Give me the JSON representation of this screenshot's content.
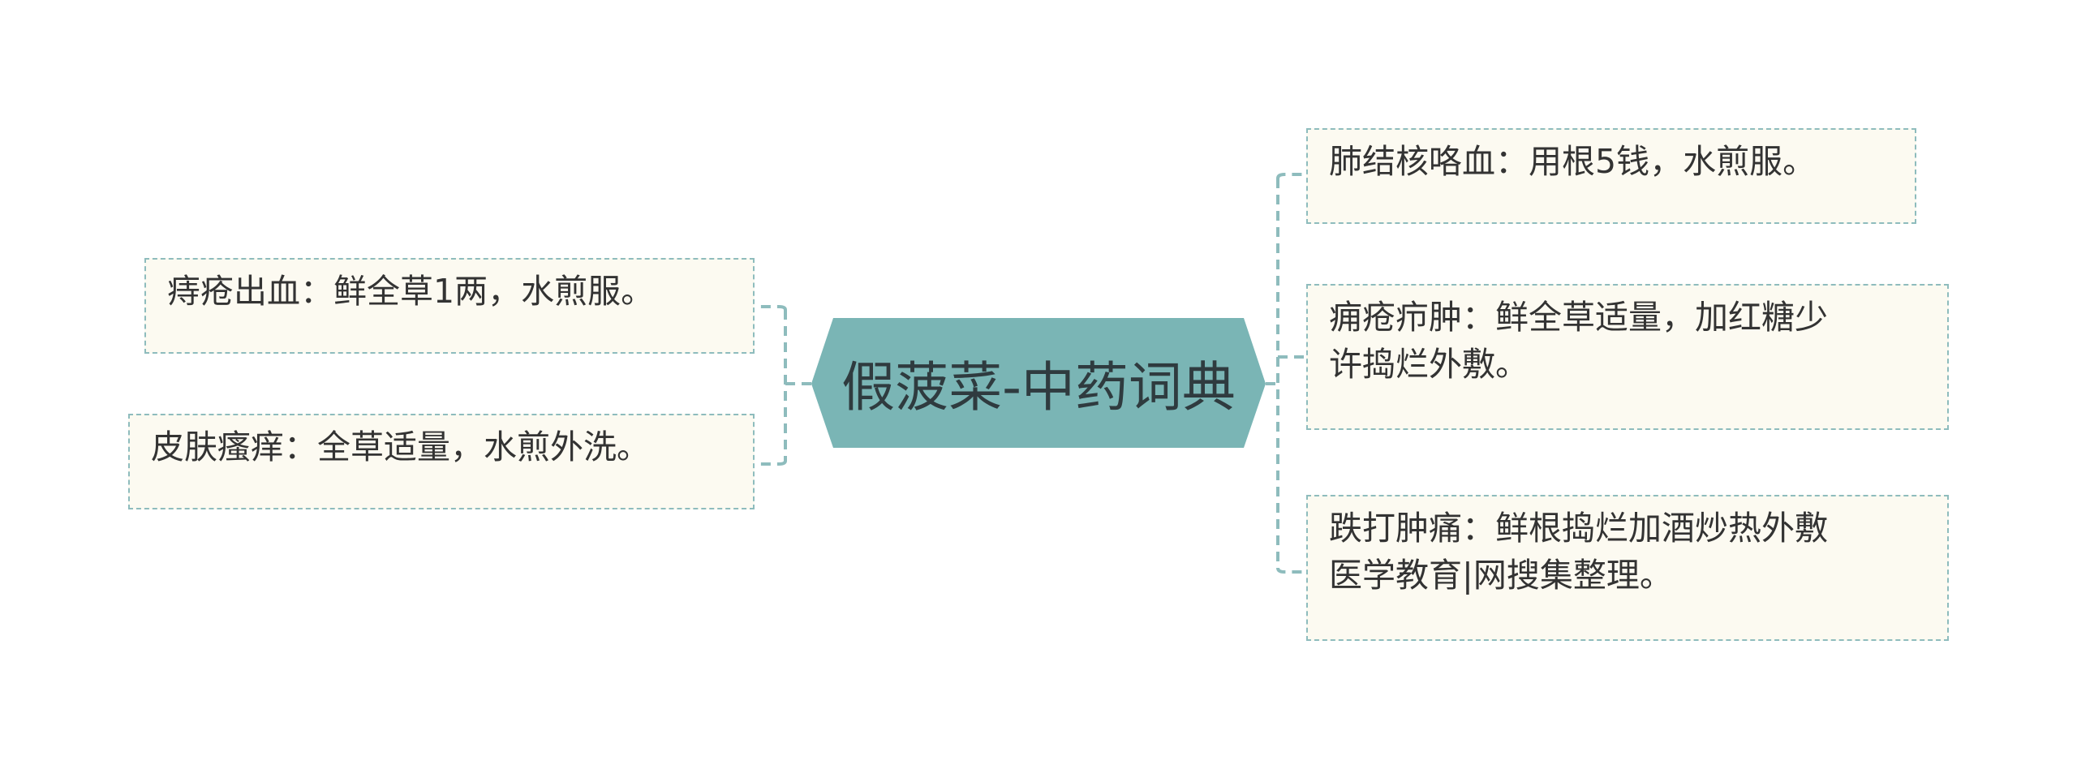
{
  "center": {
    "label": "假菠菜-中药词典",
    "fill": "#7ab5b5"
  },
  "colors": {
    "connector": "#8ebcbd",
    "node_fill": "#fcfaf1",
    "node_border": "#8ebcbd",
    "text": "#333333"
  },
  "left_nodes": [
    {
      "lines": [
        "痔疮出血：鲜全草1两，水煎服。"
      ]
    },
    {
      "lines": [
        "皮肤瘙痒：全草适量，水煎外洗。"
      ]
    }
  ],
  "right_nodes": [
    {
      "lines": [
        "肺结核咯血：用根5钱，水煎服。"
      ]
    },
    {
      "lines": [
        "痈疮疖肿：鲜全草适量，加红糖少",
        "许捣烂外敷。"
      ]
    },
    {
      "lines": [
        "跌打肿痛：鲜根捣烂加酒炒热外敷",
        "医学教育|网搜集整理。"
      ]
    }
  ]
}
